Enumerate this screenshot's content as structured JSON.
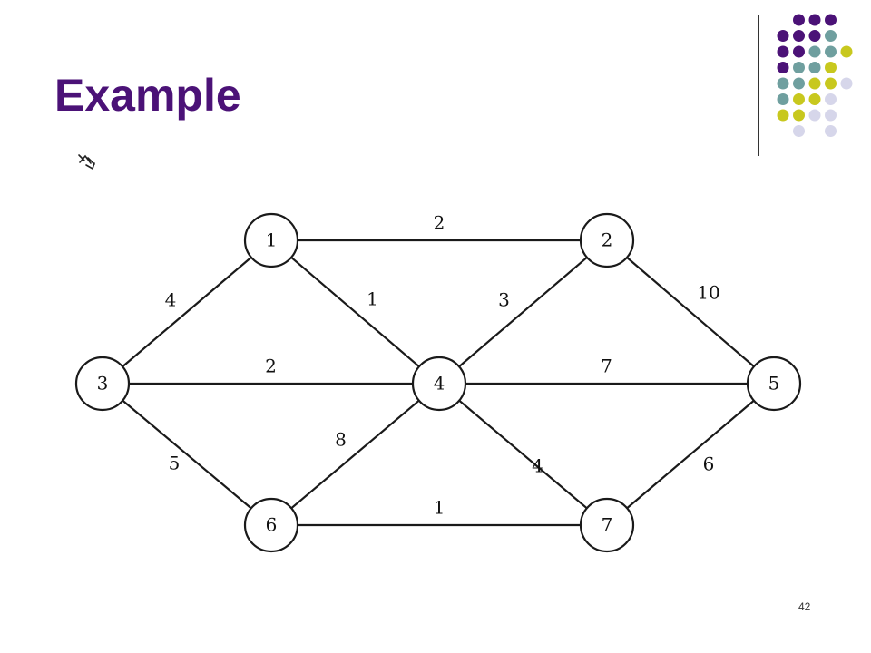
{
  "slide": {
    "title": "Example",
    "page_number": "42"
  },
  "colors": {
    "title": "#4b1277",
    "purple": "#4b1277",
    "teal": "#6f9f9f",
    "yellow": "#c8c81e",
    "lavender": "#d6d6ea"
  },
  "decoration": {
    "dot_rows": [
      [
        "",
        "purple",
        "purple",
        "purple",
        ""
      ],
      [
        "purple",
        "purple",
        "purple",
        "teal",
        ""
      ],
      [
        "purple",
        "purple",
        "teal",
        "teal",
        "yellow"
      ],
      [
        "purple",
        "teal",
        "teal",
        "yellow",
        ""
      ],
      [
        "teal",
        "teal",
        "yellow",
        "yellow",
        "lavender"
      ],
      [
        "teal",
        "yellow",
        "yellow",
        "lavender",
        ""
      ],
      [
        "yellow",
        "yellow",
        "lavender",
        "lavender",
        ""
      ],
      [
        "",
        "lavender",
        "",
        "lavender",
        ""
      ]
    ]
  },
  "graph": {
    "nodes": [
      {
        "id": "1",
        "label": "1"
      },
      {
        "id": "2",
        "label": "2"
      },
      {
        "id": "3",
        "label": "3"
      },
      {
        "id": "4",
        "label": "4"
      },
      {
        "id": "5",
        "label": "5"
      },
      {
        "id": "6",
        "label": "6"
      },
      {
        "id": "7",
        "label": "7"
      }
    ],
    "edges": [
      {
        "from": "1",
        "to": "2",
        "weight": "2"
      },
      {
        "from": "1",
        "to": "3",
        "weight": "4"
      },
      {
        "from": "1",
        "to": "4",
        "weight": "1"
      },
      {
        "from": "3",
        "to": "4",
        "weight": "2"
      },
      {
        "from": "2",
        "to": "4",
        "weight": "3"
      },
      {
        "from": "2",
        "to": "5",
        "weight": "10"
      },
      {
        "from": "4",
        "to": "5",
        "weight": "7"
      },
      {
        "from": "3",
        "to": "6",
        "weight": "5"
      },
      {
        "from": "4",
        "to": "6",
        "weight": "8"
      },
      {
        "from": "4",
        "to": "7",
        "weight": "4"
      },
      {
        "from": "5",
        "to": "7",
        "weight": "6"
      },
      {
        "from": "6",
        "to": "7",
        "weight": "1"
      }
    ]
  }
}
